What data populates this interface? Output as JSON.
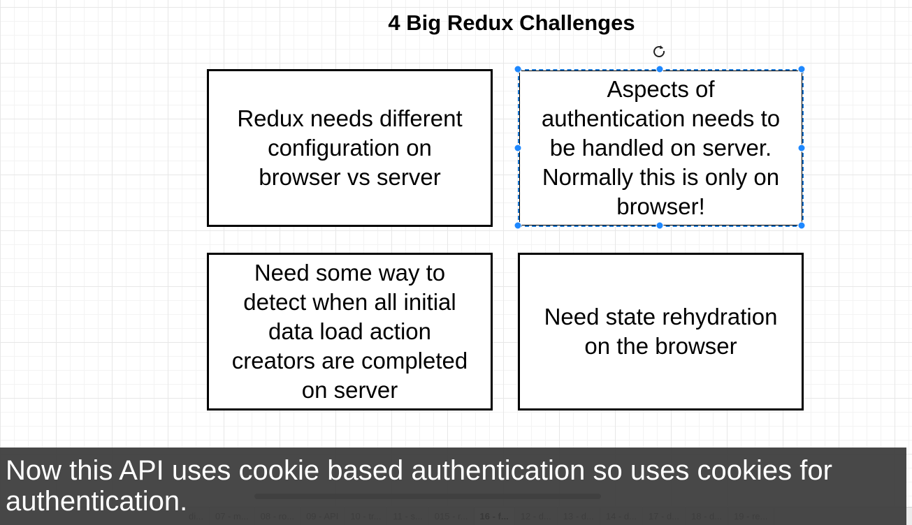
{
  "diagram": {
    "title": "4 Big Redux Challenges",
    "cards": [
      {
        "lines": [
          "Redux needs different",
          "configuration on",
          "browser vs server"
        ]
      },
      {
        "lines": [
          "Aspects of",
          "authentication needs to",
          "be handled on server.",
          "Normally this is only on",
          "browser!"
        ],
        "selected": true
      },
      {
        "lines": [
          "Need some way to",
          "detect when all initial",
          "data load action",
          "creators are completed",
          "on server"
        ]
      },
      {
        "lines": [
          "Need state rehydration",
          "on the browser"
        ]
      }
    ]
  },
  "page_tabs": [
    "di...",
    "07 - m...",
    "08 - ro...",
    "09 - API",
    "10 - tr...",
    "11 - s...",
    "015 - r...",
    "16 - f...",
    "12 - d...",
    "13 - d...",
    "14 - d...",
    "17 - d...",
    "18 - d...",
    "19 - re..."
  ],
  "active_tab_index": 7,
  "caption": {
    "line1": "Now this API uses cookie based authentication so uses cookies for",
    "line2": "authentication."
  },
  "colors": {
    "selection": "#1e88ff",
    "caption_bg": "#3a3a3a"
  }
}
